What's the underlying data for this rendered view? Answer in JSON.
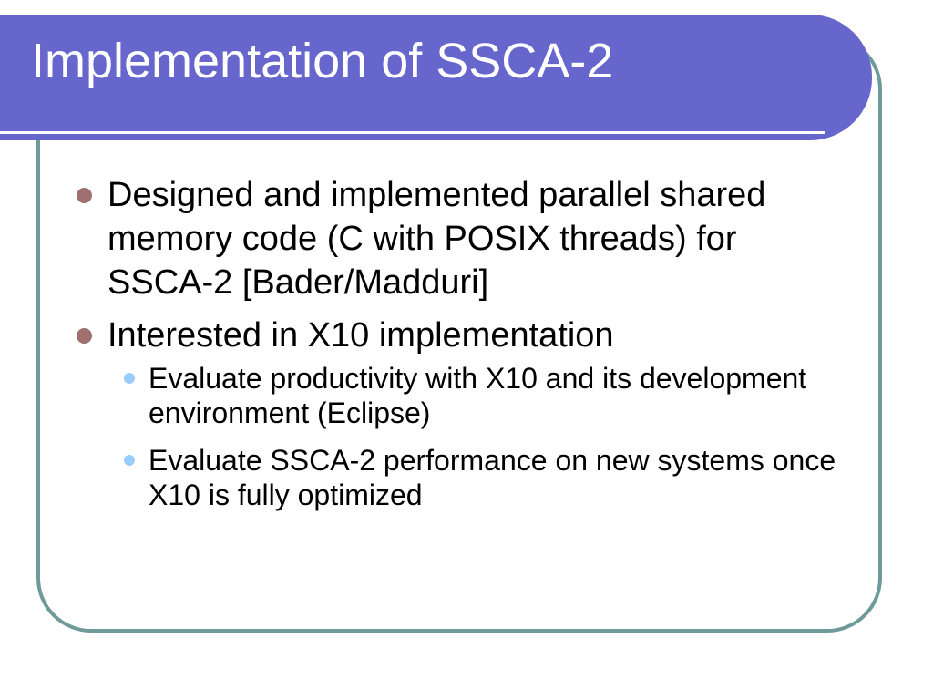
{
  "slide": {
    "title": "Implementation of SSCA-2",
    "bullets": [
      {
        "text": "Designed and implemented parallel shared memory code (C with POSIX threads) for SSCA-2 [Bader/Madduri]"
      },
      {
        "text": "Interested in X10 implementation",
        "sub": [
          "Evaluate productivity with X10 and its development environment (Eclipse)",
          "Evaluate SSCA-2 performance on new systems once X10 is fully optimized"
        ]
      }
    ]
  },
  "colors": {
    "title_bar": "#6666cc",
    "frame_border": "#6f9a9a",
    "bullet_dot": "#a07070",
    "sub_bullet_dot": "#99ccff"
  }
}
